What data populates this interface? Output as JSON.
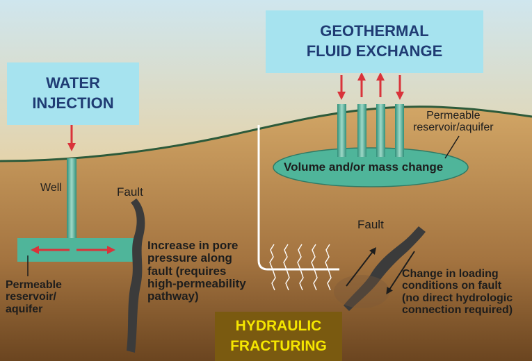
{
  "headers": {
    "water_injection": [
      "WATER",
      "INJECTION"
    ],
    "geothermal": [
      "GEOTHERMAL",
      "FLUID EXCHANGE"
    ],
    "hydraulic": [
      "HYDRAULIC",
      "FRACTURING"
    ]
  },
  "labels": {
    "well": "Well",
    "fault_left": "Fault",
    "fault_right": "Fault",
    "permeable_left": [
      "Permeable",
      "reservoir/",
      "aquifer"
    ],
    "permeable_right": [
      "Permeable",
      "reservoir/aquifer"
    ],
    "volume_change": "Volume and/or mass change",
    "pore_pressure": [
      "Increase in pore",
      "pressure along",
      "fault (requires",
      "high-permeability",
      "pathway)"
    ],
    "loading": [
      "Change in loading",
      "conditions on fault",
      "(no direct hydrologic",
      "connection required)"
    ]
  },
  "colors": {
    "sky_top": "#cfe6ee",
    "sky_bottom": "#e6b46a",
    "ground_top": "#c79a5a",
    "ground_bottom": "#6b4520",
    "reservoir": "#4fb59a",
    "fault": "#3b3b3b",
    "arrow_red": "#d9333a",
    "box_blue": "#a6e3ef",
    "box_text": "#1f3b73",
    "hydraulic_bg": "#7a5a10",
    "hydraulic_text": "#f5e600"
  }
}
